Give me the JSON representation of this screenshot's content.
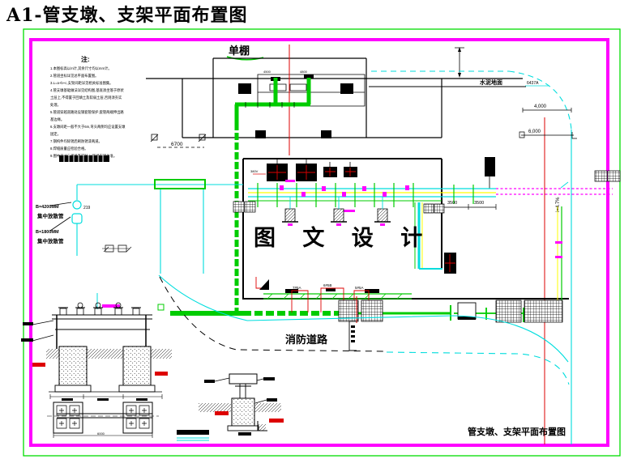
{
  "page_title": "A1-管支墩、支架平面布置图",
  "caption": "管支墩、支架平面布置图",
  "watermark": "图 文 设 计",
  "labels": {
    "shed": "单棚",
    "cement_floor": "水泥地面",
    "curve_ref": "6437A",
    "fire_road": "消防道路",
    "slope": "i=4.7%",
    "vent1_size": "B=4200MM",
    "vent1_name": "集中放散管",
    "vent2_size": "B=1800MM",
    "vent2_name": "集中放散管",
    "pipe_dia": "219",
    "inlet": "380V"
  },
  "dimensions": {
    "shed_span": "6700",
    "road_width": "4,000",
    "road_offset": "6,000",
    "bay1": "3500",
    "bay2": "3500",
    "shed_inner1": "4500",
    "shed_inner2": "4800",
    "footing_span": "6000"
  },
  "support_tags": [
    "7#5A",
    "6#5B",
    "5#5A"
  ],
  "notes": {
    "heading": "注:",
    "lines": [
      "1.本图标高以m计,其余尺寸均以mm计。",
      "2.管道坐标详见总平面布置图。",
      "3.L=a+b+c,支架间距详见相关标准图集。",
      "4.管支墩基础做法详见结构图,基底须坐落于原状",
      "土层上,不得置于回填土及软弱土层,否则须夯实",
      "处理。",
      "5.管道穿越道路处设钢套管保护,套管两端伸出路",
      "基边缘。",
      "6.支墩间距一般不大于6m,弯头两侧均应设置支墩",
      "固定。",
      "7.钢构件均除锈后刷防锈漆两道。",
      "8.焊缝质量应检验合格。",
      "9.图中尺寸与现场不符时,以现场实测为准。"
    ]
  },
  "colors": {
    "border_outer": "#00dd00",
    "border_inner": "#ff00ff",
    "pipe_green": "#00cc00",
    "road_cyan": "#00dddd",
    "accent_red": "#dd0000",
    "line_yellow": "#ffff00",
    "valve_magenta": "#ff00ff"
  }
}
